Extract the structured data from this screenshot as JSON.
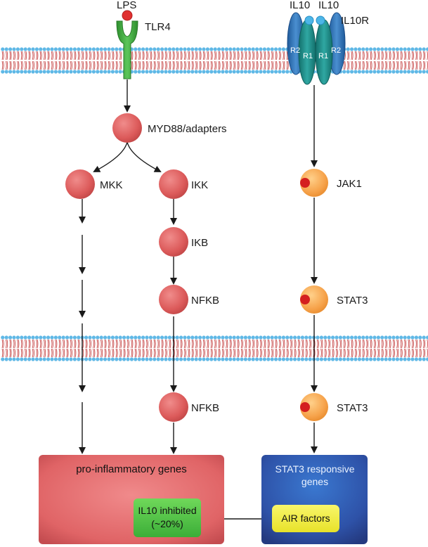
{
  "colors": {
    "node_red": "#e0605f",
    "node_orange": "#f6a24a",
    "dot_red": "#d41f1f",
    "tlr4_green": "#3aa93a",
    "il10_dot": "#4db6e8",
    "r2_blue": "#2f74b5",
    "r1_teal": "#1f8a86",
    "membrane_head": "#5fb8e6",
    "membrane_tail": "#c23b3b",
    "pro_box": "#e4696b",
    "stat3_box": "#2e4fa8",
    "il10_inhibited_box": "#5ccc4a",
    "air_box": "#f2f03a"
  },
  "receptors": {
    "lps": "LPS",
    "tlr4": "TLR4",
    "il10_left": "IL10",
    "il10_right": "IL10",
    "il10r": "IL10R",
    "r2_left": "R2",
    "r1_left": "R1",
    "r1_right": "R1",
    "r2_right": "R2"
  },
  "nodes": {
    "myd88": "MYD88/adapters",
    "mkk": "MKK",
    "ikk": "IKK",
    "ikb": "IKB",
    "nfkb_cytoplasm": "NFKB",
    "nfkb_nucleus": "NFKB",
    "jak1": "JAK1",
    "stat3_cytoplasm": "STAT3",
    "stat3_nucleus": "STAT3"
  },
  "boxes": {
    "pro_inflammatory": "pro-inflammatory genes",
    "stat3_responsive_line1": "STAT3 responsive",
    "stat3_responsive_line2": "genes",
    "il10_inhibited_line1": "IL10 inhibited",
    "il10_inhibited_line2": "(~20%)",
    "air_factors": "AIR factors"
  }
}
